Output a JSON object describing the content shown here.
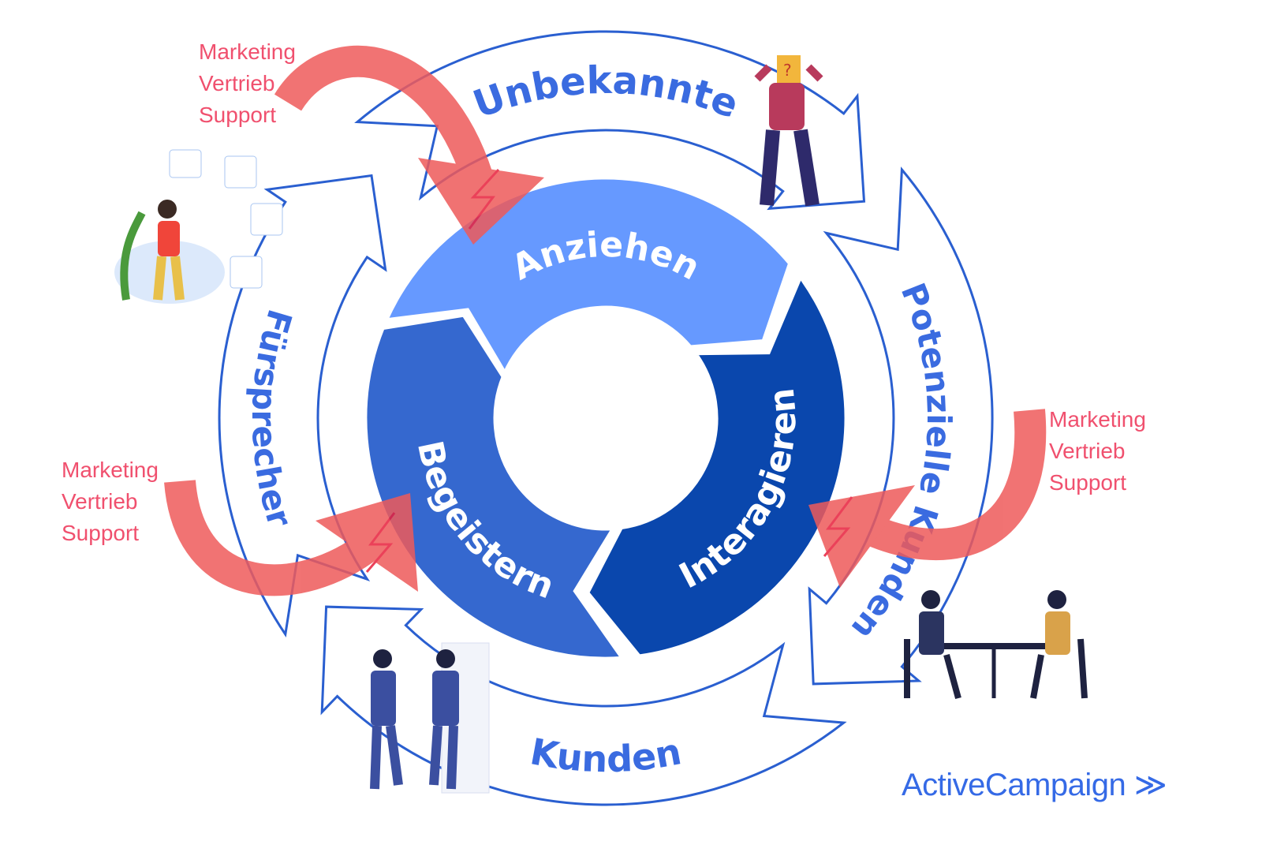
{
  "inner_cycle": {
    "stages": [
      {
        "label": "Anziehen",
        "color": "#6699ff"
      },
      {
        "label": "Interagieren",
        "color": "#0a47ad"
      },
      {
        "label": "Begeistern",
        "color": "#3568cf"
      }
    ]
  },
  "outer_cycle": {
    "stages": [
      {
        "label": "Unbekannte"
      },
      {
        "label": "Potenzielle Kunden"
      },
      {
        "label": "Kunden"
      },
      {
        "label": "Fürsprecher"
      }
    ],
    "stroke_color": "#2a5fd0",
    "text_color": "#3a6be0"
  },
  "touchpoints": [
    {
      "lines": [
        "Marketing",
        "Vertrieb",
        "Support"
      ]
    },
    {
      "lines": [
        "Marketing",
        "Vertrieb",
        "Support"
      ]
    },
    {
      "lines": [
        "Marketing",
        "Vertrieb",
        "Support"
      ]
    }
  ],
  "accent_red": "#ee5a5a",
  "logo": {
    "text": "ActiveCampaign",
    "mark": "≫"
  }
}
